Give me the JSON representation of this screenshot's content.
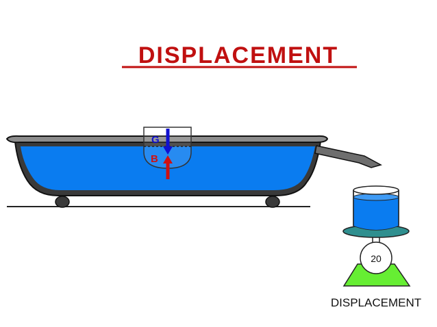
{
  "title": "DISPLACEMENT",
  "caption": "DISPLACEMENT",
  "scale_reading": "20",
  "labels": {
    "center_of_gravity": "G",
    "center_of_buoyancy": "B"
  },
  "colors": {
    "title": "#c01010",
    "water": "#0a7cf0",
    "tub_body": "#3a3a3a",
    "tub_rim": "#8c8c8c",
    "gravity_arrow": "#1010d0",
    "buoyancy_arrow": "#d01010",
    "scale_plate": "#2f8f8f",
    "scale_base": "#66ee33"
  }
}
